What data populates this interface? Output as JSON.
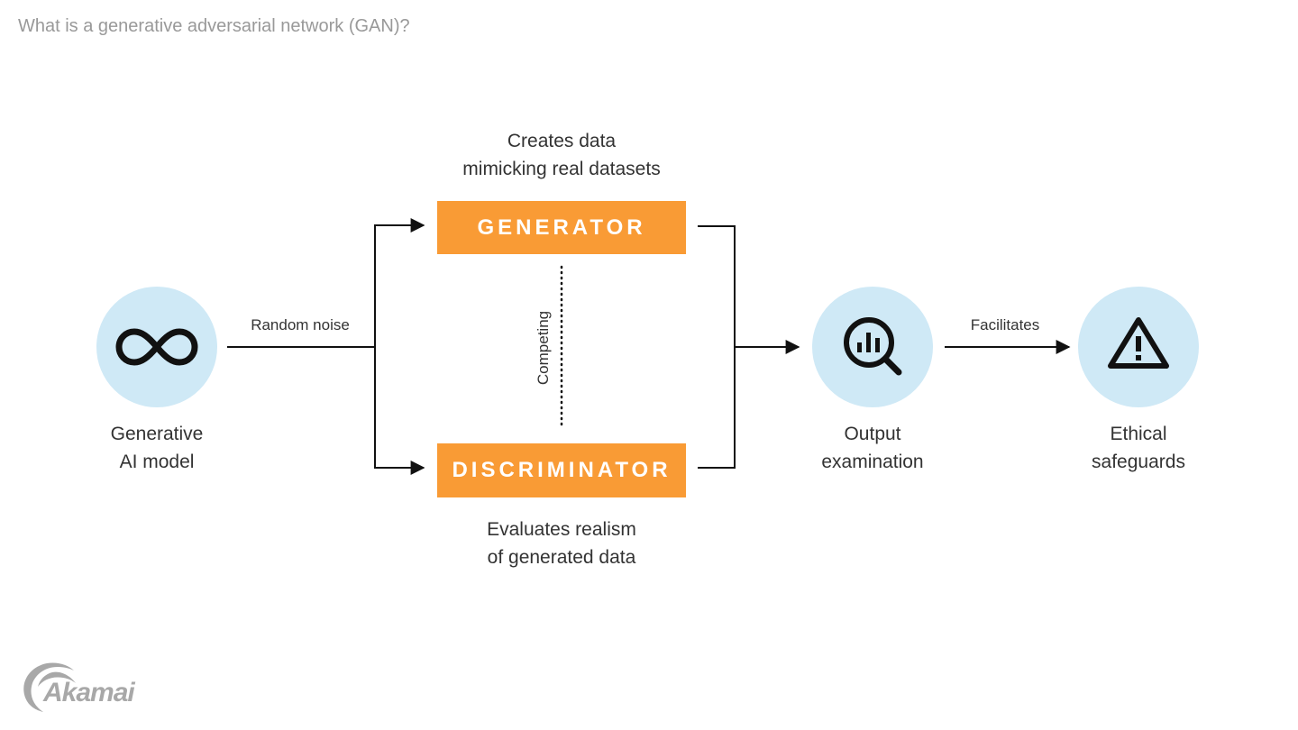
{
  "title": "What is a generative adversarial network (GAN)?",
  "nodes": {
    "gen_ai": {
      "label_line1": "Generative",
      "label_line2": "AI model",
      "icon": "infinity-icon"
    },
    "generator": {
      "label": "GENERATOR",
      "desc_line1": "Creates data",
      "desc_line2": "mimicking real datasets"
    },
    "discriminator": {
      "label": "DISCRIMINATOR",
      "desc_line1": "Evaluates realism",
      "desc_line2": "of generated data"
    },
    "output": {
      "label_line1": "Output",
      "label_line2": "examination",
      "icon": "magnifier-chart-icon"
    },
    "ethical": {
      "label_line1": "Ethical",
      "label_line2": "safeguards",
      "icon": "warning-icon"
    }
  },
  "edges": {
    "random_noise": "Random noise",
    "competing": "Competing",
    "facilitates": "Facilitates"
  },
  "colors": {
    "box": "#f99b35",
    "circle": "#cfe9f6",
    "line": "#111111"
  },
  "logo": {
    "text": "Akamai"
  }
}
